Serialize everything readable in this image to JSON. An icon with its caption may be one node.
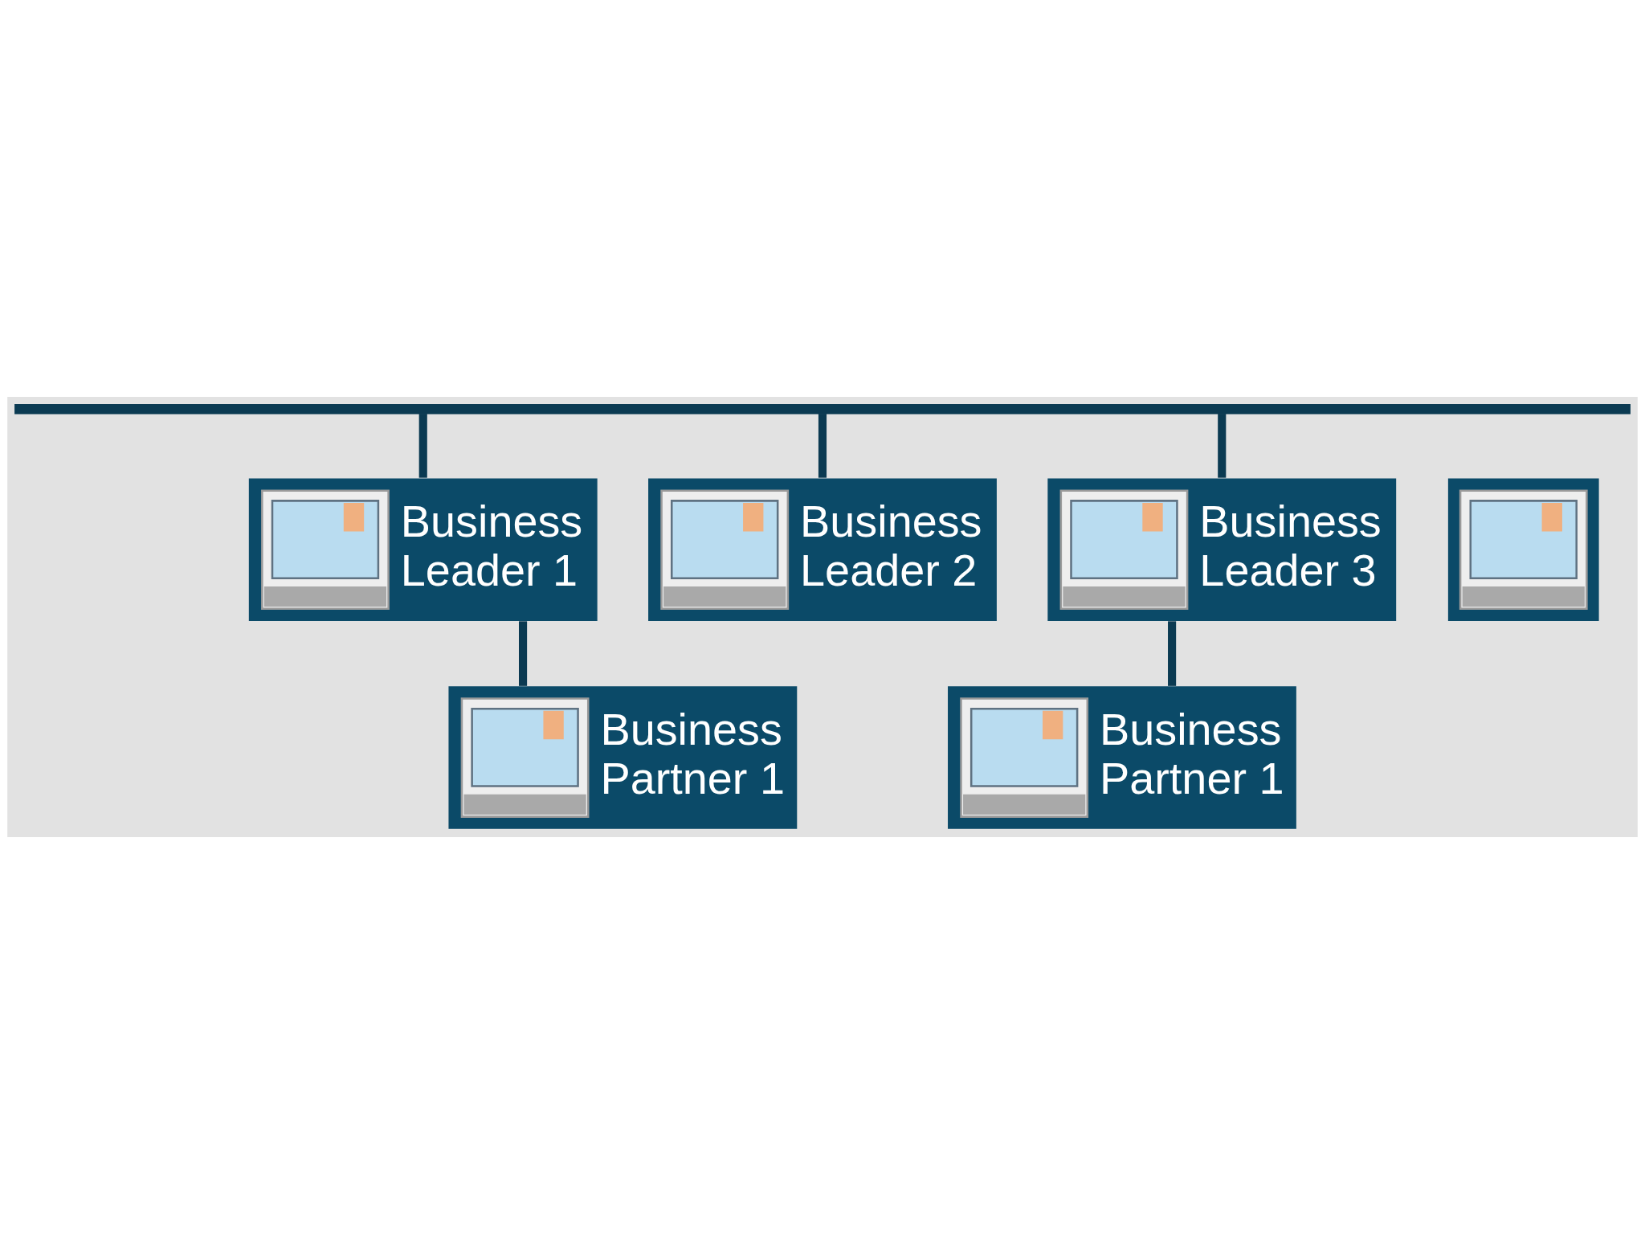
{
  "diagram": {
    "nodes": [
      {
        "text": [],
        "shape": "bar"
      },
      {
        "text": [
          "Business Leader 1"
        ]
      },
      {
        "text": [
          "Business Leader 2"
        ]
      },
      {
        "text": [
          "Business Leader 3"
        ]
      },
      {
        "text": [],
        "shape": "box"
      },
      {
        "text": [
          "Business Partner 1"
        ]
      },
      {
        "text": [
          "Business Partner 1"
        ]
      }
    ],
    "edges": [
      {
        "from": 0,
        "to": 1,
        "arrow": "none"
      },
      {
        "from": 0,
        "to": 2,
        "arrow": "none"
      },
      {
        "from": 0,
        "to": 3,
        "arrow": "none"
      },
      {
        "from": 1,
        "to": 5,
        "arrow": "none"
      },
      {
        "from": 3,
        "to": 6,
        "arrow": "none"
      }
    ]
  }
}
